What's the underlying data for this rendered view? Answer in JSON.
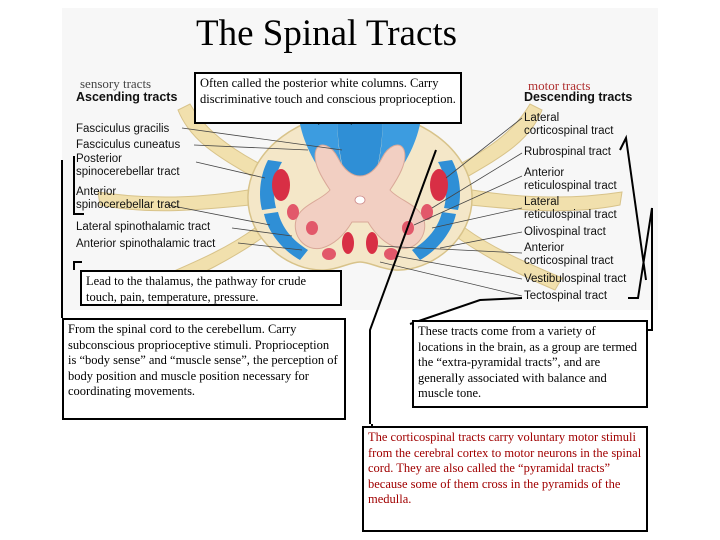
{
  "title": "The Spinal Tracts",
  "sensory": {
    "label": "sensory tracts",
    "heading": "Ascending tracts",
    "tracts": [
      "Fasciculus gracilis",
      "Fasciculus cuneatus",
      "Posterior",
      "spinocerebellar tract",
      "Anterior",
      "spinocerebellar tract",
      "Lateral spinothalamic tract",
      "Anterior spinothalamic tract"
    ]
  },
  "motor": {
    "label": "motor tracts",
    "heading": "Descending tracts",
    "tracts": [
      "Lateral",
      "corticospinal tract",
      "Rubrospinal tract",
      "Anterior",
      "reticulospinal tract",
      "Lateral",
      "reticulospinal tract",
      "Olivospinal tract",
      "Anterior",
      "corticospinal tract",
      "Vestibulospinal tract",
      "Tectospinal tract"
    ]
  },
  "notes": {
    "posterior_columns": "Often called the posterior white columns. Carry discriminative touch and conscious proprioception.",
    "spinothalamic": "Lead to the thalamus, the pathway for crude touch, pain, temperature, pressure.",
    "spinocerebellar": "From the spinal cord to the cerebellum. Carry subconscious proprioceptive stimuli. Proprioception is “body sense” and “muscle sense”, the perception of body position and muscle position necessary for coordinating movements.",
    "extrapyramidal": "These tracts come from a variety of locations in the brain, as a group are termed the “extra-pyramidal tracts”, and are generally associated with balance and muscle tone.",
    "corticospinal": "The corticospinal tracts carry voluntary motor stimuli from the cerebral cortex to motor neurons in the spinal cord. They are also called the “pyramidal tracts” because some of them cross in the pyramids of the medulla."
  },
  "colors": {
    "white_matter": "#f4e7c8",
    "nerve_roots": "#f1e0ad",
    "gray_matter": "#f2cfc2",
    "ascending_tract": "#2f8fd6",
    "descending_tract": "#d82f45",
    "note_text_sensory": "#a00000",
    "note_text_motor": "#000000"
  }
}
